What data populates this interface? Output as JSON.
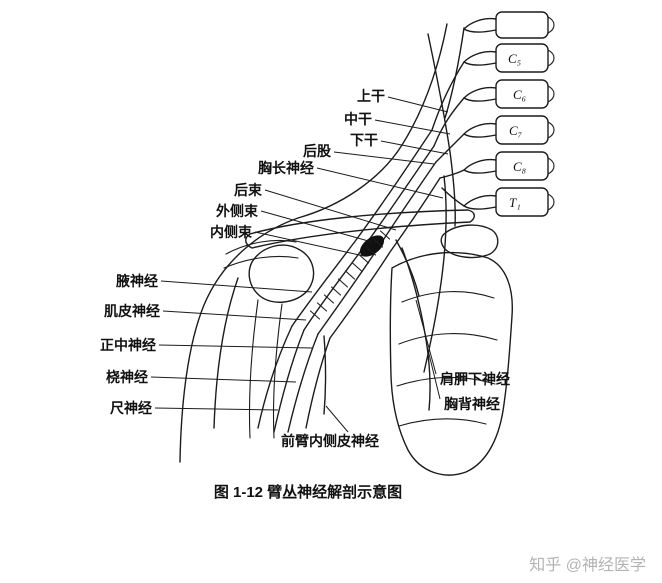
{
  "figure": {
    "caption": "图 1-12  臂丛神经解剖示意图",
    "watermark": "知乎 @神经医学"
  },
  "labels": {
    "upper_trunk": "上干",
    "middle_trunk": "中干",
    "lower_trunk": "下干",
    "posterior_division": "后股",
    "long_thoracic_nerve": "胸长神经",
    "posterior_cord": "后束",
    "lateral_cord": "外侧束",
    "medial_cord": "内侧束",
    "axillary_nerve": "腋神经",
    "musculocutaneous_nerve": "肌皮神经",
    "median_nerve": "正中神经",
    "radial_nerve": "桡神经",
    "ulnar_nerve": "尺神经",
    "medial_antebrachial_cutaneous_nerve": "前臂内侧皮神经",
    "subscapular_nerve": "肩胛下神经",
    "thoracodorsal_nerve": "胸背神经"
  },
  "vertebrae": {
    "c5": "C₅",
    "c6": "C₆",
    "c7": "C₇",
    "c8": "C₈",
    "t1": "T₁"
  }
}
